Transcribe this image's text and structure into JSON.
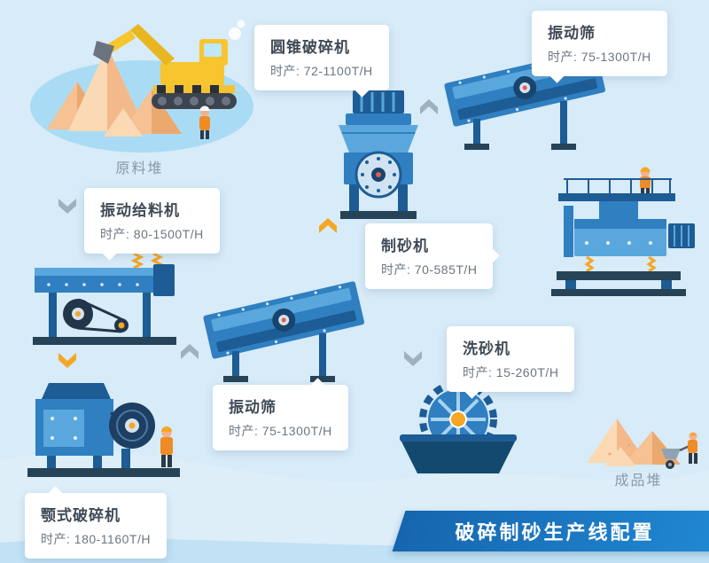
{
  "scene": {
    "raw_pile_label": "原料堆",
    "product_pile_label": "成品堆"
  },
  "callouts": {
    "feeder": {
      "name": "振动给料机",
      "rate": "时产: 80-1500T/H"
    },
    "cone_crusher": {
      "name": "圆锥破碎机",
      "rate": "时产: 72-1100T/H"
    },
    "screen_top": {
      "name": "振动筛",
      "rate": "时产: 75-1300T/H"
    },
    "sand_maker": {
      "name": "制砂机",
      "rate": "时产: 70-585T/H"
    },
    "screen_mid": {
      "name": "振动筛",
      "rate": "时产: 75-1300T/H"
    },
    "washer": {
      "name": "洗砂机",
      "rate": "时产: 15-260T/H"
    },
    "jaw_crusher": {
      "name": "颚式破碎机",
      "rate": "时产: 180-1160T/H"
    }
  },
  "banner": {
    "title": "破碎制砂生产线配置"
  },
  "colors": {
    "background": "#d7ebf8",
    "machine_blue": "#2f7fc1",
    "machine_dark": "#1d5c94",
    "accent_orange": "#f5a623",
    "banner_blue": "#1a78c8",
    "callout_text": "#3f4a56",
    "label_gray": "#8b99a6"
  }
}
